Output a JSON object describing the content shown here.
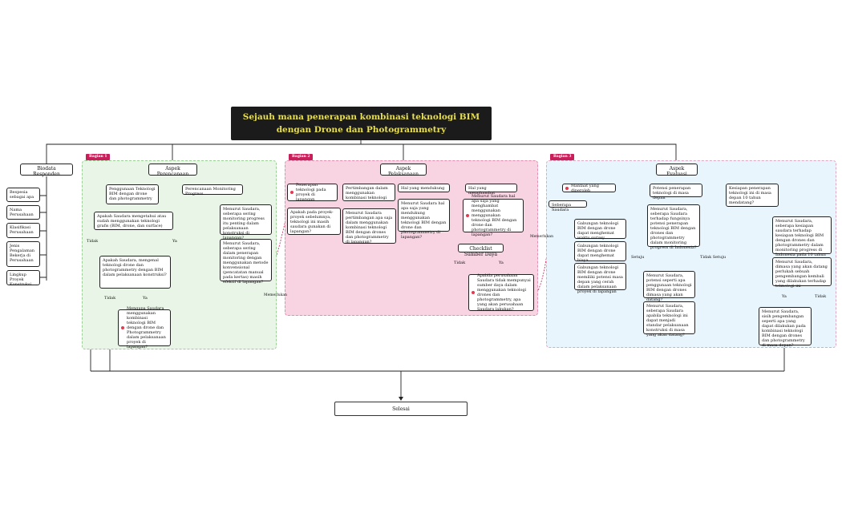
{
  "title": "Sejauh mana penerapan kombinasi teknologi BIM dengan Drone dan Photogrammetry",
  "end_label": "Selesai",
  "sections": {
    "s1": "Bagian 1",
    "s2": "Bagian 2",
    "s3": "Bagian 3"
  },
  "colors": {
    "section1_bg": "#e9f6e7",
    "section2_bg": "#f8d3e2",
    "section3_bg": "#e8f5fc",
    "tag": "#c81e5a",
    "title_bg": "#1b1b1b",
    "title_text": "#e8df52"
  },
  "biodata": {
    "header": "Biodata Responden",
    "items": [
      "Bespesia sebagai apa",
      "Nama Perusahaan",
      "Klasifikasi Perusahaan",
      "Jenis Pengalaman Bekerja di Perusahaan",
      "Lingkup Proyek Konstruksi"
    ]
  },
  "perencanaan": {
    "header": "Aspek Perencanaan",
    "sub1": "Penggunaan Teknologi BIM dengan drone dan photogrammetry",
    "sub2": "Perencanaan Monitoring Progress",
    "q1": "Apakah Saudara mengetahui atau sudah menggunakan teknologi grafis (BIM, drone, dan surface)",
    "tidak1": "Tidak",
    "ya1": "Ya",
    "q2": "Apakah Saudara, mengenal teknologi drone dan photogrammetry dengan BIM dalam pelaksanaan konstruksi?",
    "tidak2": "Tidak",
    "ya2": "Ya",
    "q3": "Mengapa Saudara menggunakan kombinasi teknologi BIM dengan drone dan Photogrammetry dalam pelaksanaan proyek di lapangan?",
    "m1": "Menurut Saudara, seberapa sering monitoring progress itu penting dalam pelaksanaan konstruksi di lapangan?",
    "m2": "Menurut Saudara, seberapa sering dalam penerapan monitoring dengan menggunakan metode konvensional (pencatatan manual pada kertas) masih efektif di lapangan?"
  },
  "pelaksanaan": {
    "header": "Aspek Pelaksanaan",
    "c1": "Penerapan teknologi pada proyek di lapangan",
    "c1a": "Apakah pada proyek-proyek sebelumnya, teknologi ini masih saudara gunakan di lapangan?",
    "c2": "Pertimbangan dalam menggunakan kombinasi teknologi",
    "c2a": "Menurut Saudara pertimbangan apa saja dalam menggunakan kombinasi teknologi BIM dengan drones dan photogrammetry di lapangan?",
    "c3": "Hal yang mendukung",
    "c3a": "Menurut Saudara hal apa saja yang mendukung menggunakan teknologi BIM dengan drone dan photogrammetry di lapangan?",
    "c4": "Hal yang menghambat",
    "c4a": "Menurut Saudara hal apa saja yang menghambat menggunakan menggunakan teknologi BIM dengan drone dan photogrammetry di lapangan?",
    "checklist": "Checklist Sumber Daya",
    "tidak": "Tidak",
    "ya": "Ya",
    "c4b": "Apabila perusahaan Saudara tidak mempunyai sumber daya dalam menggunakan teknologi drones dan photogrammetry, apa yang akan perusahaan Saudara lakukan?"
  },
  "evaluasi": {
    "header": "Aspek Evaluasi",
    "e1": "Manfaat yang diperoleh",
    "e1a": "Seberapa Saudara",
    "e1b": "Gabungan teknologi BIM dengan drone dapat menghemat waktu survey",
    "e1c": "Gabungan teknologi BIM dengan drone dapat menghemat biaya",
    "e1d": "Gabungan teknologi BIM dengan drone memiliki potensi masa depan yang cerah dalam pelaksanaan proyek di lapangan",
    "e2": "Potensi penerapan teknologi di masa depan",
    "e2a": "Menurut Saudara, seberapa Saudara terhadap fungsinya potensi penerapan teknologi BIM dengan drones dan photogrammetry dalam monitoring progress di Indonesia?",
    "setuju": "Setuju",
    "tidak_setuju": "Tidak Setuju",
    "e2b": "Menurut Saudara, potensi seperti apa penggunaan teknologi BIM dengan drones dimasa yang akan datang?",
    "e2c": "Menurut Saudara, seberapa Saudara apabila teknologi ini dapat menjadi standar pelaksanaan konstruksi di masa yang akan datang?",
    "e3": "Kesiapan penerapan teknologi ini di masa depan 10 tahun mendatang?",
    "e3a": "Menurut Saudara, seberapa kesiapan saudara terhadap kesiapan teknologi BIM dengan drones dan photogrammetry dalam monitoring progress di Indonesia pada 10 tahun selanjutnya?",
    "e3b": "Menurut Saudara, dimasa yang akan datang perlukah sebuah pengembangan kembali yang dilakukan terhadap teknologi ini",
    "ya": "Ya",
    "tidak": "Tidak",
    "e3c": "Menurut Saudara, sisih pengembangan seperti apa yang dapat dilakukan pada kombinasi teknologi BIM dengan drones dan photogrammetry di masa depan?"
  },
  "connector_labels": {
    "left": "Memerlukan",
    "right": "Memerlukan"
  }
}
